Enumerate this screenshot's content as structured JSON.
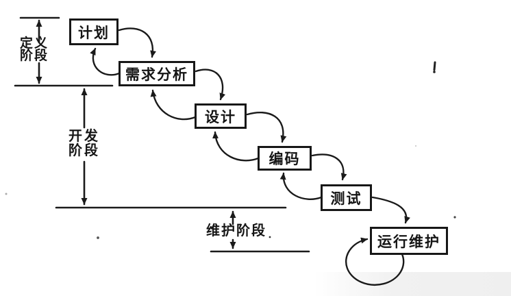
{
  "diagram": {
    "phases": [
      {
        "id": "plan",
        "label": "计划"
      },
      {
        "id": "requirements-analysis",
        "label": "需求分析"
      },
      {
        "id": "design",
        "label": "设计"
      },
      {
        "id": "coding",
        "label": "编码"
      },
      {
        "id": "testing",
        "label": "测试"
      },
      {
        "id": "operation-maintenance",
        "label": "运行维护"
      }
    ],
    "stage_brackets": [
      {
        "id": "definition-stage",
        "lines": [
          "定义",
          "阶段"
        ]
      },
      {
        "id": "development-stage",
        "lines": [
          "开发",
          "阶段"
        ]
      },
      {
        "id": "maintenance-stage",
        "label": "维护阶段"
      }
    ],
    "colors": {
      "ink": "#1a1a1a",
      "background": "#ffffff",
      "corner_tint": "#f1f1f1"
    }
  }
}
